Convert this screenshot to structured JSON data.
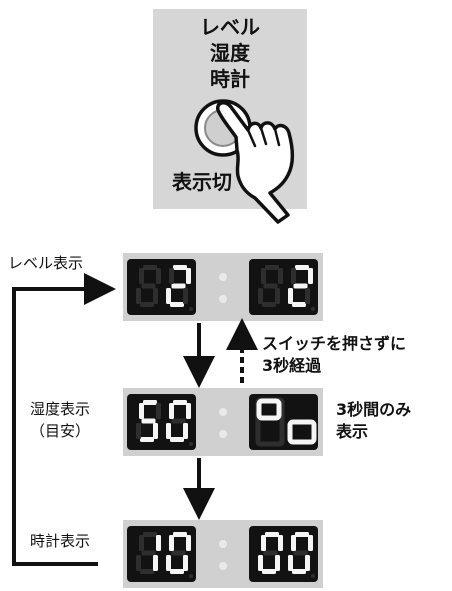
{
  "button_panel": {
    "labels": [
      "レベル",
      "湿度",
      "時計"
    ],
    "switch_label": "表示切"
  },
  "rows": [
    {
      "id": "level",
      "label_lines": [
        "レベル表示"
      ],
      "left_digits": "2",
      "right_digits": "2"
    },
    {
      "id": "humidity",
      "label_lines": [
        "湿度表示",
        "（目安）"
      ],
      "left_digits": "50",
      "right_digits": "%"
    },
    {
      "id": "clock",
      "label_lines": [
        "時計表示"
      ],
      "left_digits": "10",
      "right_digits": "00"
    }
  ],
  "notes": {
    "return_line1": "スイッチを押さずに",
    "return_line2": "3秒経過",
    "humidity_line1": "3秒間のみ",
    "humidity_line2": "表示"
  },
  "colors": {
    "panel": "#d6d6d6",
    "display_frame": "#d0d0d0",
    "screen": "#121212",
    "segment_on": "#f5f5f5",
    "segment_off": "#2e2e2e",
    "arrow": "#111111"
  }
}
